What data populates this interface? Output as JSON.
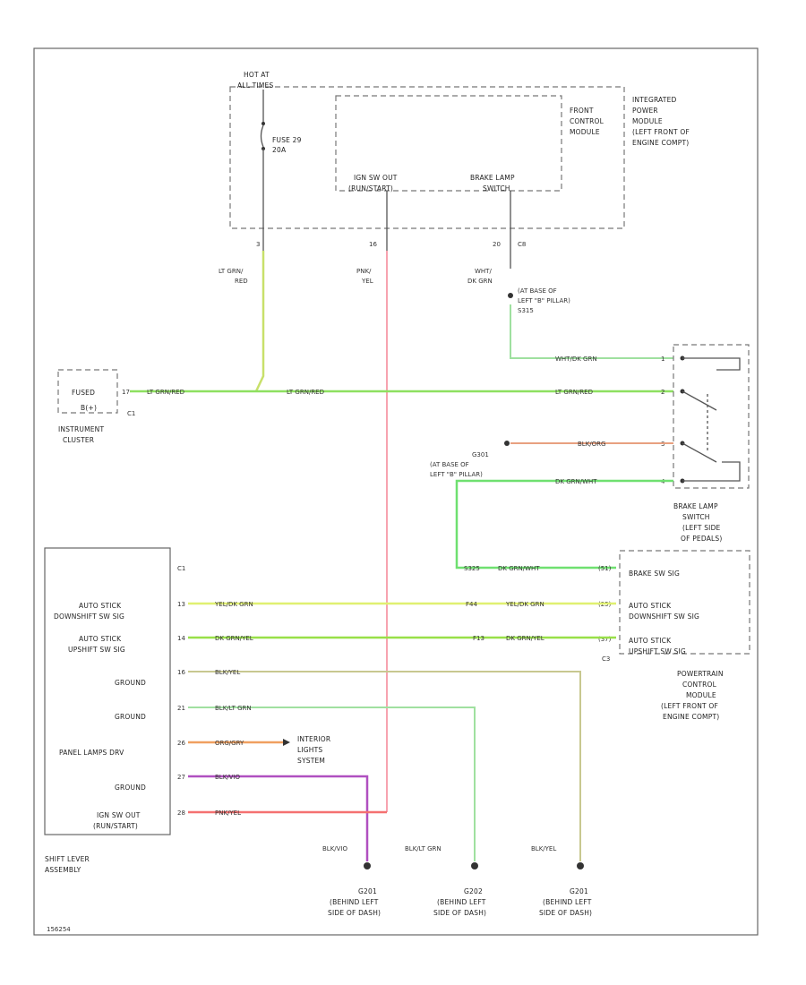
{
  "colors": {
    "lt_grn_red": "#c8e06a",
    "pnk_yel": "#f7a3b0",
    "wht_dk_grn": "#9fe0a0",
    "lt_grn_red_h": "#8ee060",
    "blk_org": "#e8a080",
    "dk_grn_wht": "#6fe070",
    "yel_dk_grn": "#e0f070",
    "dk_grn_yel": "#98e048",
    "blk_yel": "#c8c890",
    "blk_lt_grn": "#a0e0a0",
    "org_gry": "#f0a060",
    "blk_vio": "#b050c0",
    "pnk_yel_out": "#f47070"
  },
  "ipm": {
    "hot_at": "HOT AT",
    "all_times": "ALL TIMES",
    "fuse": "FUSE 29",
    "fuse_amp": "20A",
    "fcm_line1": "FRONT",
    "fcm_line2": "CONTROL",
    "fcm_line3": "MODULE",
    "ign_out_1": "IGN SW OUT",
    "ign_out_2": "(RUN/START)",
    "brake_lamp_1": "BRAKE LAMP",
    "brake_lamp_2": "SWITCH",
    "name_1": "INTEGRATED",
    "name_2": "POWER",
    "name_3": "MODULE",
    "name_4": "(LEFT FRONT OF",
    "name_5": "ENGINE COMPT)",
    "pin_1": "3",
    "pin_2": "16",
    "pin_3": "20",
    "conn": "C8"
  },
  "wires": {
    "w1_a": "LT GRN/",
    "w1_b": "RED",
    "w2_a": "PNK/",
    "w2_b": "YEL",
    "w3_a": "WHT/",
    "w3_b": "DK GRN",
    "splice_a": "(AT BASE OF",
    "splice_b": "LEFT \"B\" PILLAR)",
    "splice_c": "S315",
    "wht_dk_grn": "WHT/DK GRN",
    "lt_grn_red": "LT GRN/RED",
    "lt_grn_red2": "LT GRN/RED",
    "lt_grn_red3": "LT GRN/RED",
    "blk_org": "BLK/ORG",
    "g301_a": "G301",
    "g301_b": "(AT BASE OF",
    "g301_c": "LEFT \"B\" PILLAR)",
    "dk_grn_wht": "DK GRN/WHT",
    "dk_grn_wht2": "DK GRN/WHT",
    "s325": "S325",
    "yel_dk_grn": "YEL/DK GRN",
    "yel_dk_grn2": "YEL/DK GRN",
    "dk_grn_yel": "DK GRN/YEL",
    "dk_grn_yel2": "DK GRN/YEL",
    "blk_yel": "BLK/YEL",
    "blk_lt_grn": "BLK/LT GRN",
    "org_gry": "ORG/GRY",
    "blk_vio": "BLK/VIO",
    "pnk_yel": "PNK/YEL",
    "gnd1_wire": "BLK/VIO",
    "gnd2_wire": "BLK/LT GRN",
    "gnd3_wire": "BLK/YEL",
    "s_pin_a": "F44",
    "s_pin_b": "F13"
  },
  "cluster": {
    "label_a": "FUSED",
    "label_b": "B(+)",
    "conn": "C1",
    "pin": "17",
    "name_1": "INSTRUMENT",
    "name_2": "CLUSTER"
  },
  "brake_switch": {
    "pins": [
      "1",
      "2",
      "3",
      "4"
    ],
    "name_1": "BRAKE LAMP",
    "name_2": "SWITCH",
    "name_3": "(LEFT SIDE",
    "name_4": "OF PEDALS)"
  },
  "pcm": {
    "brake_sw": "BRAKE SW SIG",
    "dn_1": "AUTO STICK",
    "dn_2": "DOWNSHIFT SW SIG",
    "up_1": "AUTO STICK",
    "up_2": "UPSHIFT SW SIG",
    "conn": "C3",
    "pin_brake": "(51)",
    "pin_dn": "(25)",
    "pin_up": "(37)",
    "name_1": "POWERTRAIN",
    "name_2": "CONTROL",
    "name_3": "MODULE",
    "name_4": "(LEFT FRONT OF",
    "name_5": "ENGINE COMPT)"
  },
  "shifter": {
    "conn": "C1",
    "rows": [
      {
        "pin": "13",
        "a": "AUTO STICK",
        "b": "DOWNSHIFT SW SIG"
      },
      {
        "pin": "14",
        "a": "AUTO STICK",
        "b": "UPSHIFT SW SIG"
      },
      {
        "pin": "16",
        "a": "GROUND",
        "b": ""
      },
      {
        "pin": "21",
        "a": "GROUND",
        "b": ""
      },
      {
        "pin": "26",
        "a": "PANEL LAMPS DRV",
        "b": ""
      },
      {
        "pin": "27",
        "a": "GROUND",
        "b": ""
      },
      {
        "pin": "28",
        "a": "IGN SW OUT",
        "b": "(RUN/START)"
      }
    ],
    "name_1": "SHIFT LEVER",
    "name_2": "ASSEMBLY"
  },
  "interior": {
    "a": "INTERIOR",
    "b": "LIGHTS",
    "c": "SYSTEM"
  },
  "grounds": [
    {
      "id": "G201",
      "a": "(BEHIND LEFT",
      "b": "SIDE OF DASH)"
    },
    {
      "id": "G202",
      "a": "(BEHIND LEFT",
      "b": "SIDE OF DASH)"
    },
    {
      "id": "G201",
      "a": "(BEHIND LEFT",
      "b": "SIDE OF DASH)"
    }
  ],
  "footer": "156254"
}
